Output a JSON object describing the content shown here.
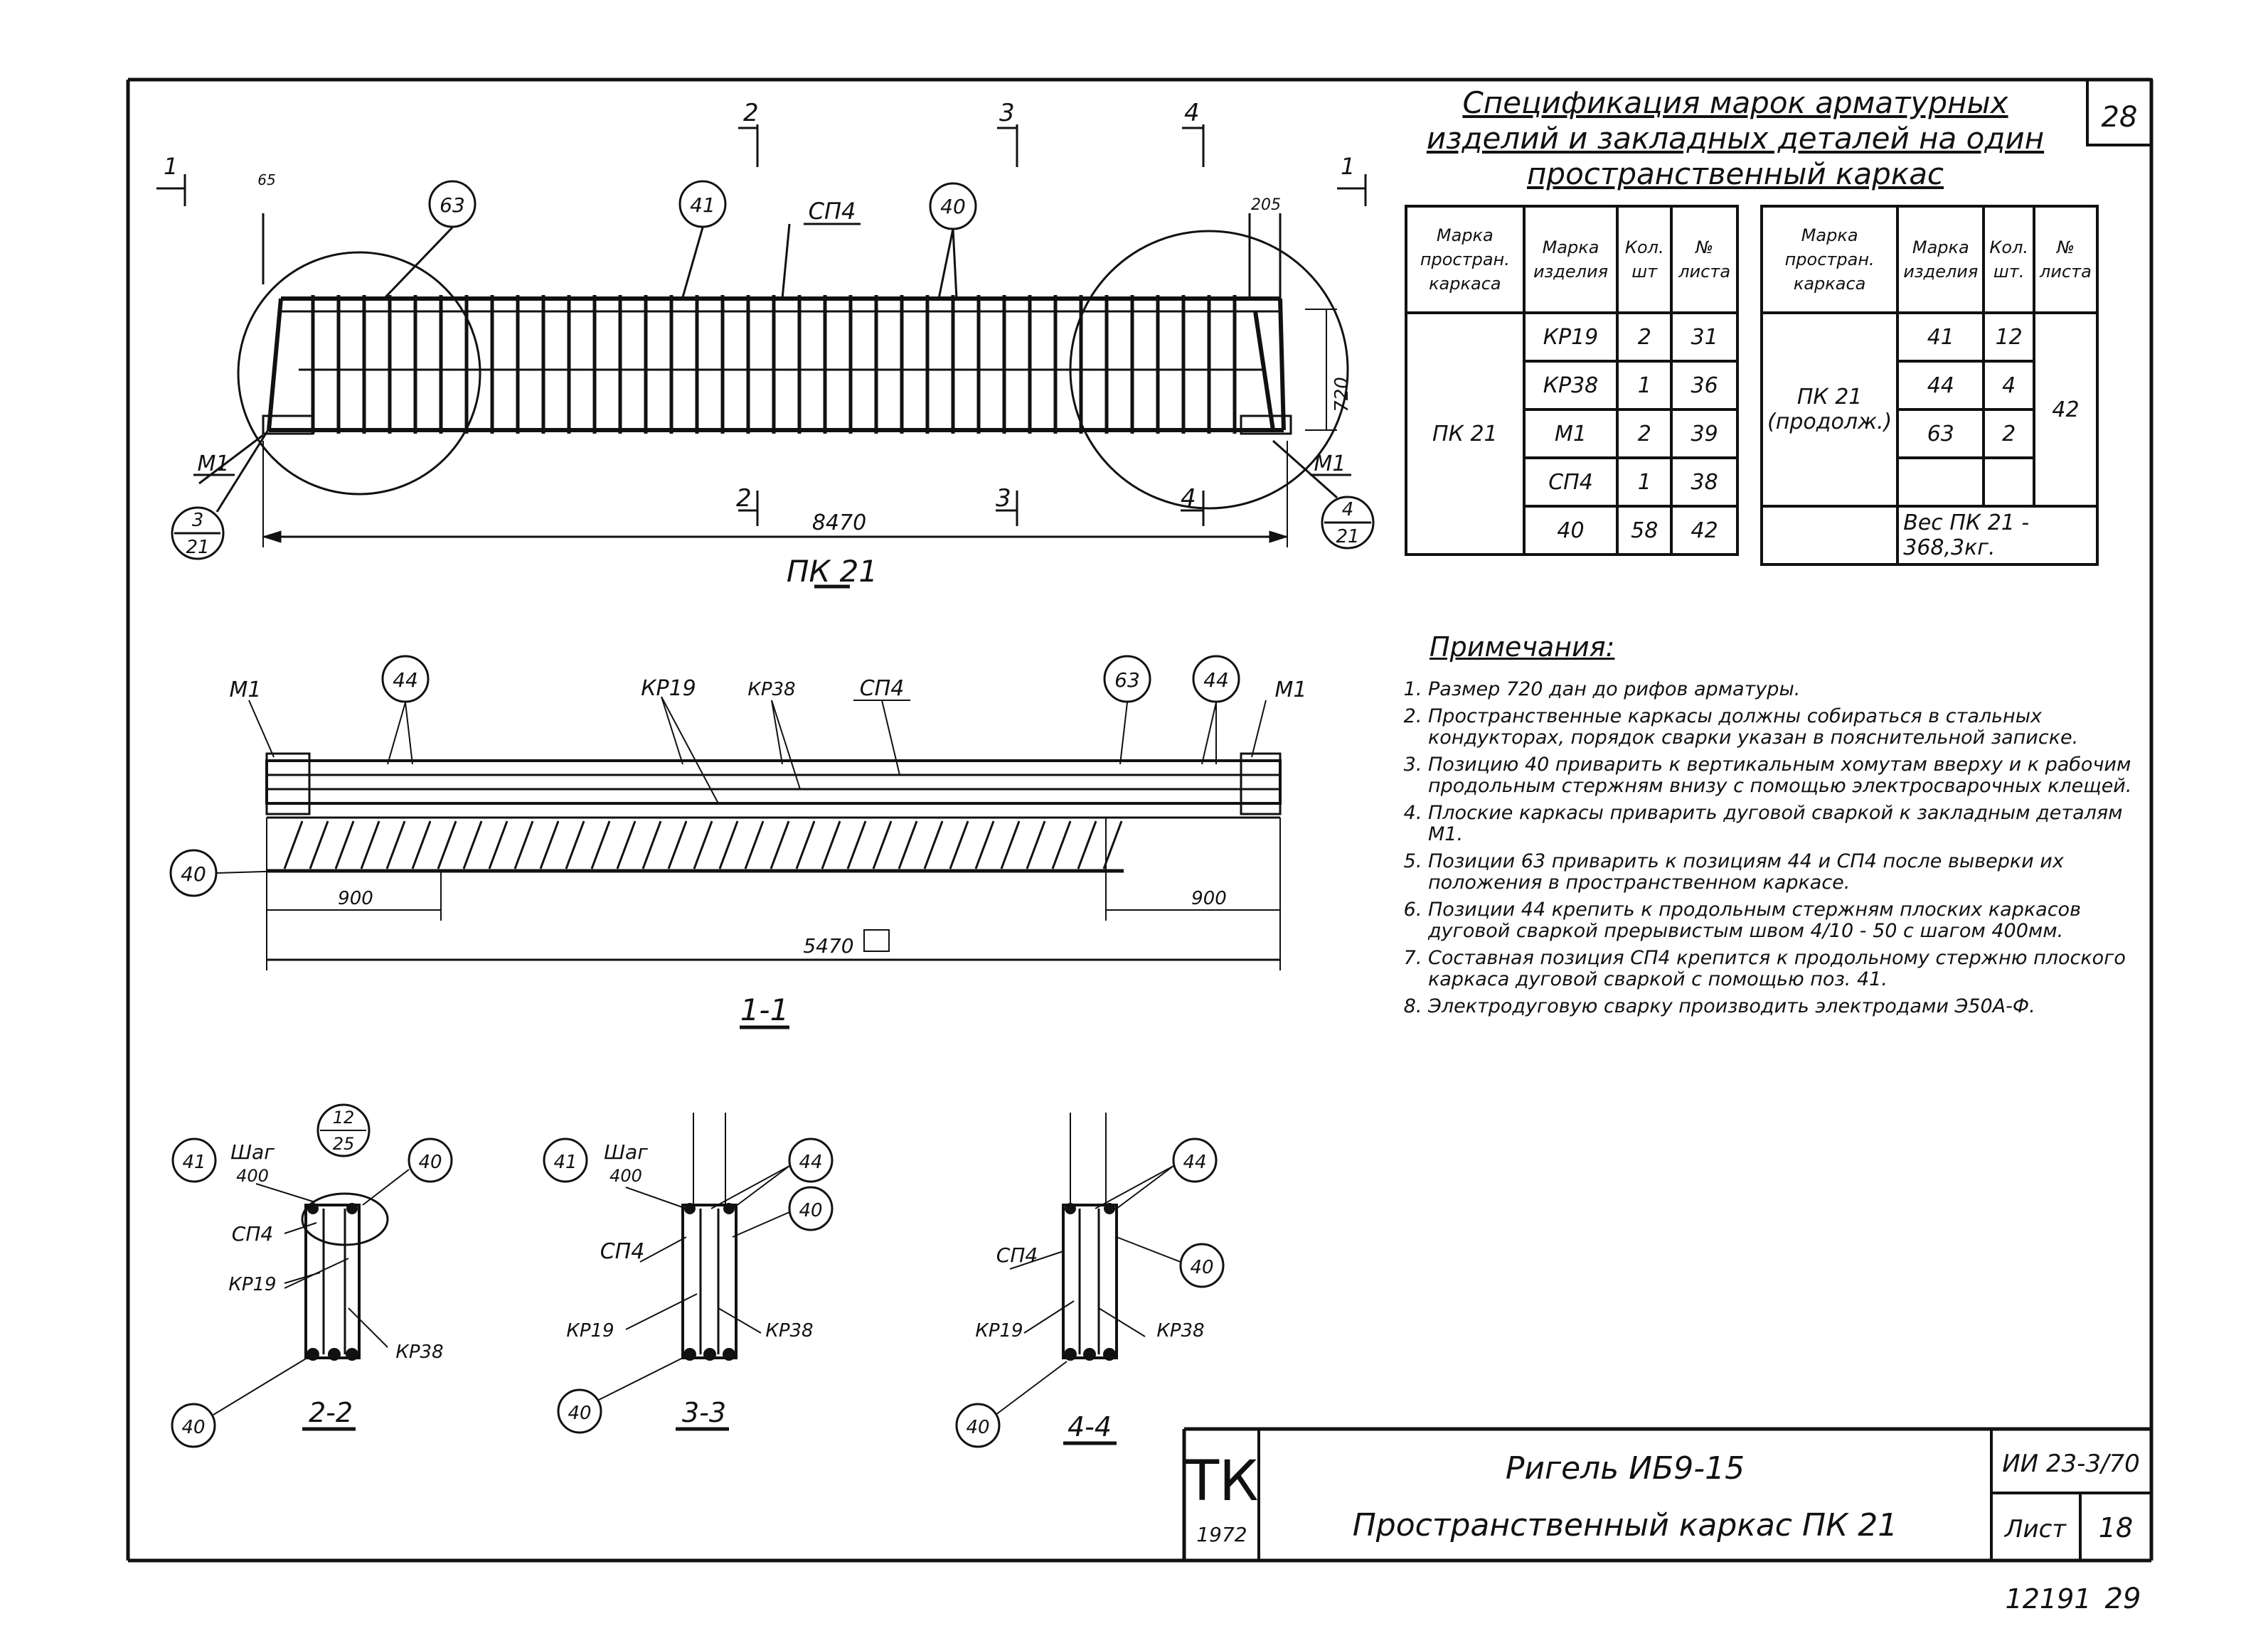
{
  "sheet_number": "28",
  "spec": {
    "title_lines": [
      "Спецификация марок арматурных",
      "изделий и закладных деталей на один",
      "пространственный каркас"
    ],
    "left_headers": [
      "Марка простран. каркаса",
      "Марка изделия",
      "Кол. шт",
      "№ листа"
    ],
    "left_frame": "ПК 21",
    "left_rows": [
      {
        "item": "КР19",
        "qty": "2",
        "sheet": "31"
      },
      {
        "item": "КР38",
        "qty": "1",
        "sheet": "36"
      },
      {
        "item": "М1",
        "qty": "2",
        "sheet": "39"
      },
      {
        "item": "СП4",
        "qty": "1",
        "sheet": "38"
      },
      {
        "item": "40",
        "qty": "58",
        "sheet": "42"
      }
    ],
    "right_headers": [
      "Марка простран. каркаса",
      "Марка изделия",
      "Кол. шт.",
      "№ листа"
    ],
    "right_frame": "ПК 21 (продолж.)",
    "right_rows": [
      {
        "item": "41",
        "qty": "12"
      },
      {
        "item": "44",
        "qty": "4"
      },
      {
        "item": "63",
        "qty": "2"
      }
    ],
    "right_sheet": "42",
    "weight": "Вес ПК 21 - 368,3кг."
  },
  "notes": {
    "title": "Примечания:",
    "items": [
      "Размер 720 дан до рифов арматуры.",
      "Пространственные каркасы должны собираться в стальных кондукторах, порядок сварки указан в пояснительной записке.",
      "Позицию 40 приварить к вертикальным хомутам вверху и к рабочим продольным стержням внизу с помощью электросварочных клещей.",
      "Плоские каркасы приварить дуговой сваркой к закладным деталям М1.",
      "Позиции 63 приварить к позициям 44 и СП4 после выверки их положения в пространственном каркасе.",
      "Позиции 44 крепить к продольным стержням плоских каркасов дуговой сваркой прерывистым швом 4/10 - 50 с шагом 400мм.",
      "Составная позиция СП4 крепится к продольному стержню плоского каркаса дуговой сваркой с помощью поз. 41.",
      "Электродуговую сварку производить электродами Э50А-Ф."
    ]
  },
  "views": {
    "main_title": "ПК 21",
    "section_11_title": "1-1",
    "section_22_title": "2-2",
    "section_33_title": "3-3",
    "section_44_title": "4-4"
  },
  "labels": {
    "c63": "63",
    "c41": "41",
    "c40": "40",
    "c44": "44",
    "c4": "4",
    "sp4": "СП4",
    "kr19": "КР19",
    "kr38": "КР38",
    "m1": "М1",
    "dim_8470": "8470",
    "dim_5470": "5470",
    "dim_720": "720",
    "dim_900": "900",
    "dim_205": "205",
    "dim_65": "65",
    "cut_1": "1",
    "cut_2": "2",
    "cut_3": "3",
    "cut_4": "4",
    "ref_3": "3",
    "ref_4": "4",
    "ref_21": "21",
    "step": "Шаг",
    "step_val": "400",
    "ref_12": "12",
    "ref_25": "25"
  },
  "title_block": {
    "tk": "ТК",
    "year": "1972",
    "line1": "Ригель ИБ9-15",
    "line2": "Пространственный каркас ПК 21",
    "series": "ИИ 23-3/70",
    "sheet_label": "Лист",
    "sheet_value": "18"
  },
  "footer": {
    "code": "12191",
    "page": "29"
  }
}
